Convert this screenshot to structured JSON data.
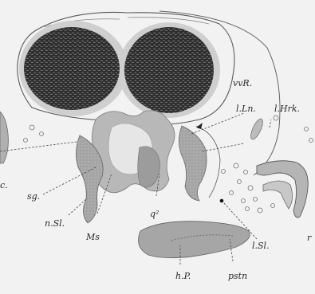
{
  "figure": {
    "labels": {
      "vvr": "vvR.",
      "lln": "l.Ln.",
      "lhrk": "l.Hrk.",
      "sg": "sg.",
      "nsl": "n.Sl.",
      "ms": "Ms",
      "q2": "q²",
      "lsl": "l.Sl.",
      "hp": "h.P.",
      "pstn": "pstn",
      "c": "c.",
      "r": "r"
    }
  }
}
